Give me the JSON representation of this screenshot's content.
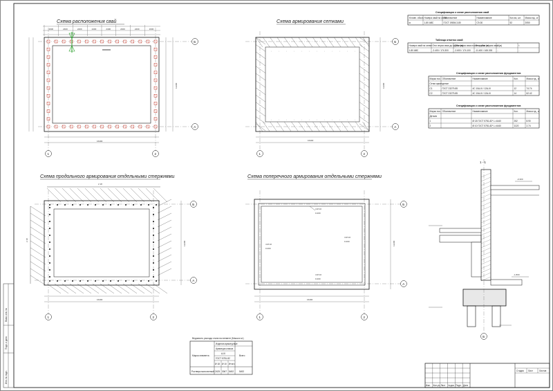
{
  "titles": {
    "piles": "Схема расположения свай",
    "mesh": "Схема армирования сетками",
    "longitudinal": "Схема продольного армирования отдельными стержнями",
    "transverse": "Схема поперечного армирования отдельными стержнями"
  },
  "axes": {
    "a": "А",
    "b": "Б",
    "one": "1",
    "two": "2"
  },
  "dims": {
    "overall_w": "16400",
    "overall_h": "12200",
    "w2": "16400",
    "h2": "12200",
    "w3": "16400",
    "h3": "12200",
    "w4": "16400",
    "h4": "12200",
    "seg": [
      "1600",
      "2400",
      "2400",
      "2400",
      "2400",
      "2400",
      "2400",
      "1600"
    ],
    "rebar_label": "2 18",
    "rebar_label2": "2 18",
    "trans_label": "4 Ø 10",
    "trans_elev": "0.200"
  },
  "section": {
    "mark": "1 - 1",
    "label_b": "Б",
    "elev1": "-0.300",
    "elev2": "-1.800"
  },
  "spec_piles": {
    "title": "Спецификация к схеме расположения свай",
    "headers": [
      "Условн. обозн.",
      "Номера свай на схеме",
      "Обозначение",
      "Наименование",
      "Кол-во, шт.",
      "Масса ед., кг"
    ],
    "row": [
      "⊠",
      "1-80 АВС",
      "ГОСТ 19804.3-80",
      "С9-30",
      "52",
      "2050"
    ]
  },
  "pile_table": {
    "title": "Таблица отметок свай",
    "headers": [
      "Номера свай на схеме",
      "Отм. верха сваи до срубки (м)",
      "Отм. верха сваи после срубки (м)",
      "Отм. низа острия сваи (м)",
      "Δ",
      "t"
    ],
    "row": [
      "1-80 АВС",
      "-2.400 / 174.300",
      "-2.600 / 174.100",
      "-11.400 / 165.300",
      "-",
      "-"
    ]
  },
  "spec_fdn1": {
    "title": "Спецификация к схеме расположения фундаментов",
    "headers": [
      "Марка поз.",
      "Обозначение",
      "Наименование",
      "Кол.",
      "Масса ед., кг"
    ],
    "group": "Сетки арматурные",
    "rows": [
      [
        "C1",
        "ГОСТ 23279-85",
        "4С 10A-III / 12А-III",
        "12",
        "74.74"
      ],
      [
        "C2",
        "ГОСТ 23279-85",
        "4С 10A-III / 12А-III",
        "14",
        "62.42"
      ]
    ]
  },
  "spec_fdn2": {
    "title": "Спецификация к схеме расположения фундаментов",
    "headers": [
      "Марка поз.",
      "Обозначение",
      "Наименование",
      "Кол.",
      "Масса ед., кг"
    ],
    "group": "Детали",
    "rows": [
      [
        "1",
        "",
        "Ø 18 ГОСТ 5781-82* L=4440",
        "252",
        "8.90"
      ],
      [
        "2",
        "",
        "Ø 10 ГОСТ 5781-82* L=4440",
        "1120",
        "2.74"
      ]
    ]
  },
  "steel_table": {
    "title": "Ведомость расхода стали на элемент (Масса в кг)",
    "col1": "Марка элемента",
    "col2": "Изделия арматурные",
    "sub": [
      "Арматура класса",
      "A-III",
      "ГОСТ 5781-82",
      "Всего"
    ],
    "sub2": [
      "Ø 18",
      "Ø 10",
      "Итого"
    ],
    "row": [
      "Ростверк монолитный",
      "2425",
      "3067",
      "5492",
      "5492"
    ]
  },
  "stamp": {
    "cells": [
      "Изм.",
      "Кол.уч.",
      "Лист",
      "№док.",
      "Подп.",
      "Дата"
    ],
    "right": [
      "Стадия",
      "Лист",
      "Листов"
    ],
    "side": [
      "Инв. № подл.",
      "Подп. и дата",
      "Взам. инв. №"
    ]
  }
}
